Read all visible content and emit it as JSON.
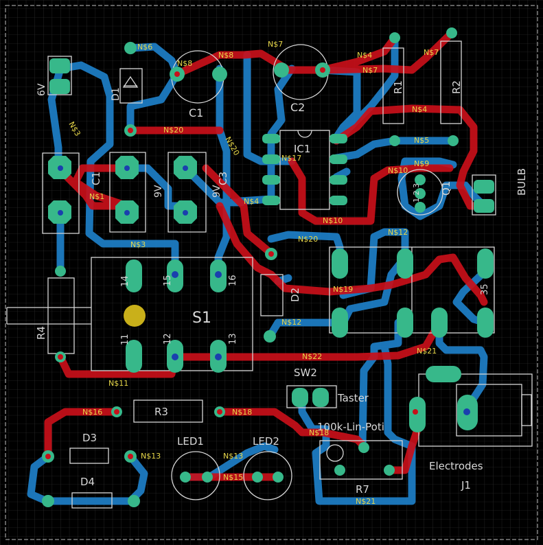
{
  "colors": {
    "background": "#000000",
    "grid": "#3a3a3a",
    "top_copper": "#c8101a",
    "bottom_copper": "#1e7fc8",
    "pad": "#37b88a",
    "silk": "#d8d8d8",
    "net_label": "#e8d84a"
  },
  "components": {
    "c1": "C1",
    "c2": "C2",
    "c3": "C3",
    "c4": "C1",
    "d1": "D1",
    "d2": "D2",
    "d3": "D3",
    "d4": "D4",
    "ic1": "IC1",
    "q1": "Q1",
    "r1": "R1",
    "r2": "R2",
    "r3": "R3",
    "r4": "R4",
    "r7": "R7",
    "s1": "S1",
    "sw2": "SW2",
    "j1": "J1",
    "bulb": "BULB",
    "led1": "LED1",
    "led2": "LED2",
    "taster": "Taster",
    "poti": "100k-Lin-Poti",
    "electrodes": "Electrodes",
    "bat_6v": "6V",
    "bat_9v_a": "9V",
    "bat_9v_b": "9V",
    "pin_14": "14",
    "pin_15": "15",
    "pin_16": "16",
    "pin_11": "11",
    "pin_12": "12",
    "pin_13": "13",
    "pin_35": "35",
    "pin_q1": "1 2 3"
  },
  "nets": {
    "n3": "N$3",
    "n4": "N$4",
    "n5": "N$5",
    "n6": "N$6",
    "n7": "N$7",
    "n8": "N$8",
    "n9": "N$9",
    "n10": "N$10",
    "n11": "N$11",
    "n12": "N$12",
    "n13": "N$13",
    "n15": "N$15",
    "n16": "N$16",
    "n17": "N$17",
    "n18": "N$18",
    "n19": "N$19",
    "n20": "N$20",
    "n21": "N$21",
    "n22": "N$22",
    "n1": "N$1"
  }
}
